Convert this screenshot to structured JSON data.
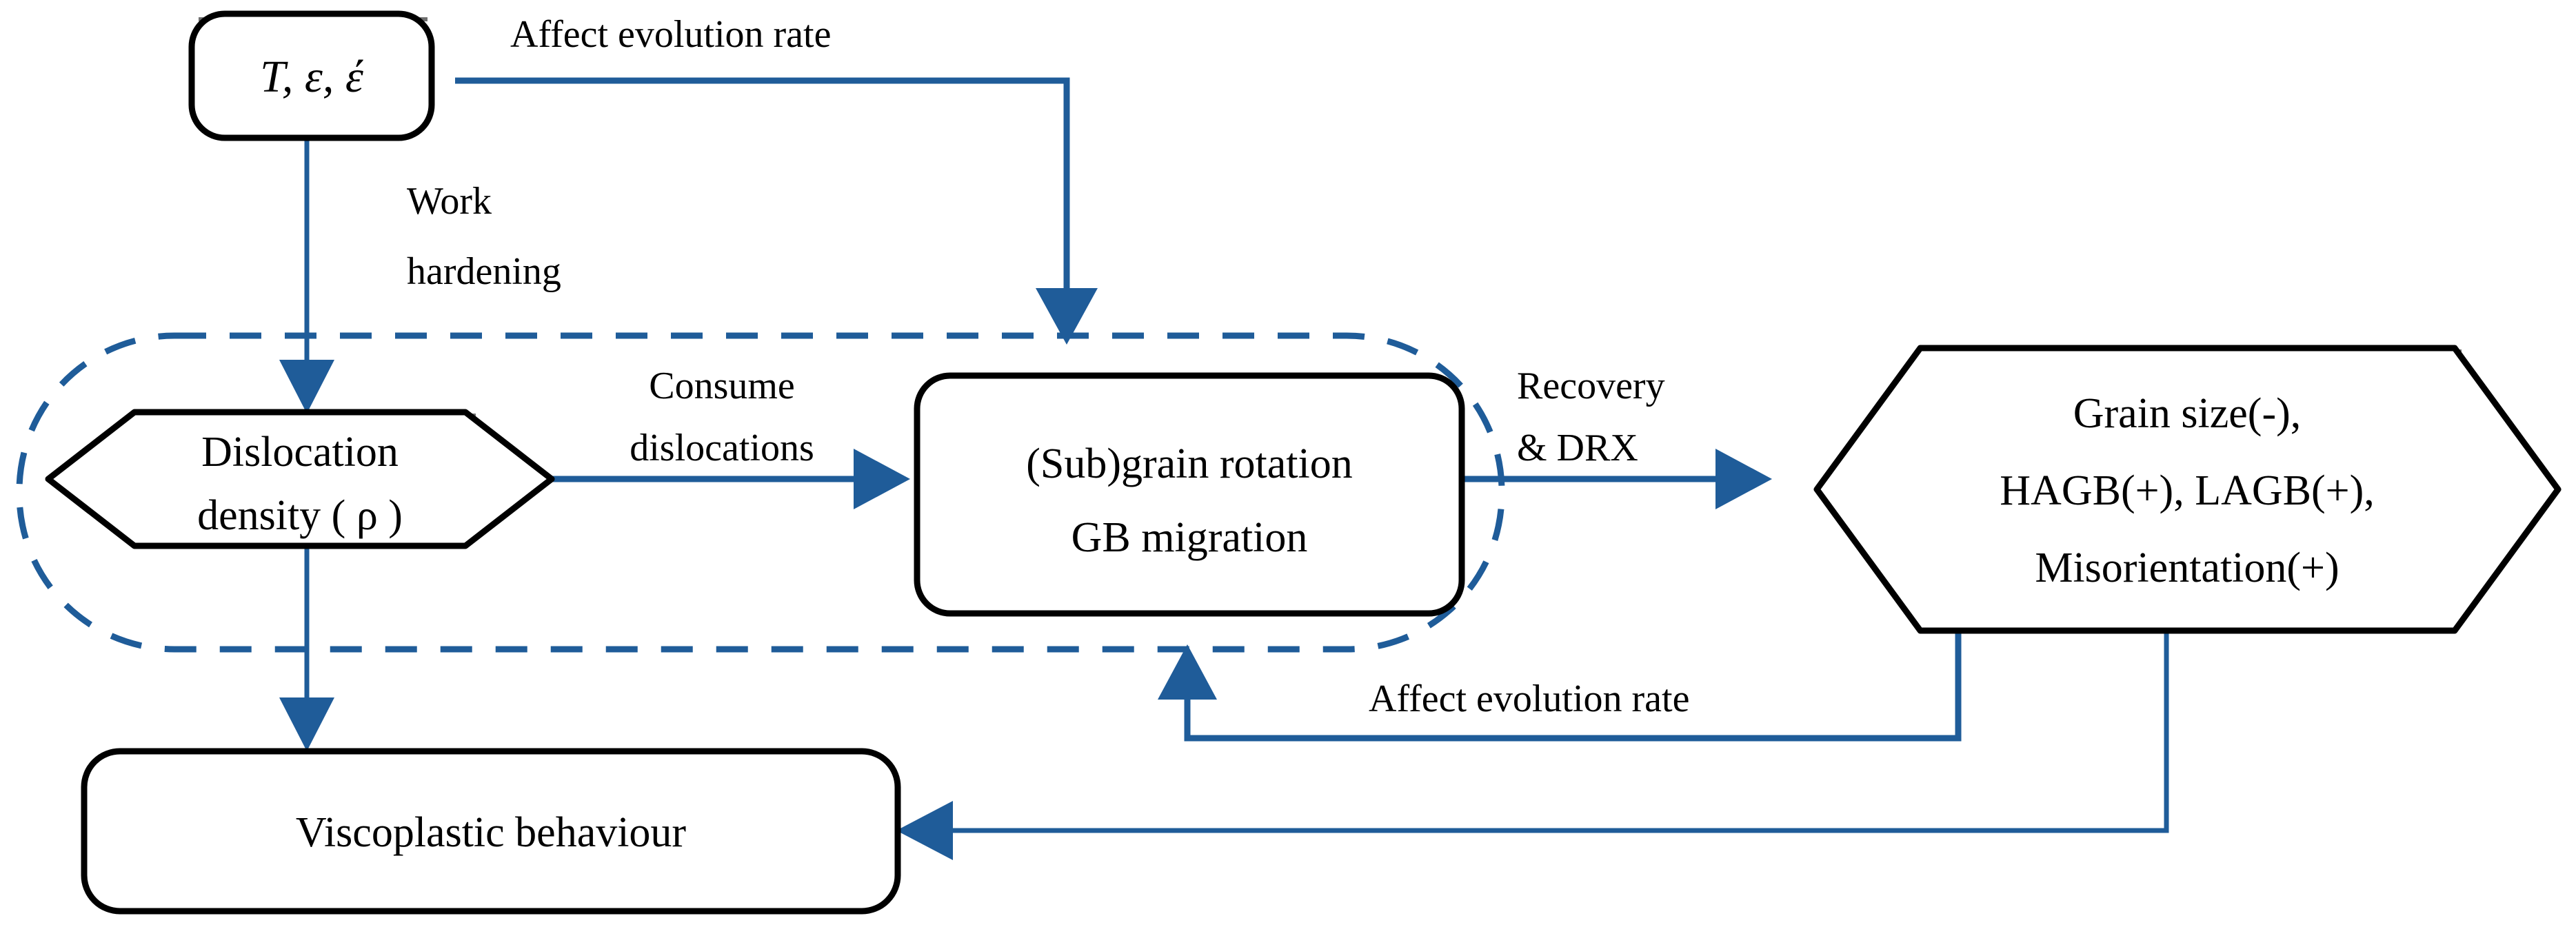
{
  "diagram": {
    "title": "Microstructure evolution and viscoplastic behaviour flow chart",
    "accent_color": "#1F5C99",
    "node_stroke_color": "#000000",
    "background_color": "#ffffff",
    "nodes": {
      "inputs": {
        "id": "inputs",
        "shape": "rounded-rectangle",
        "text": "T, ε, ἔ",
        "line1": "T, ε, έ"
      },
      "dislocation_density": {
        "id": "dislocation-density",
        "shape": "hexagon",
        "line1": "Dislocation",
        "line2": "density ( ρ )"
      },
      "subgrain": {
        "id": "subgrain-rotation-gb-migration",
        "shape": "rounded-rectangle",
        "line1": "(Sub)grain rotation",
        "line2": "GB migration"
      },
      "microstructure": {
        "id": "microstructure-descriptors",
        "shape": "hexagon",
        "line1": "Grain size(-),",
        "line2": "HAGB(+), LAGB(+),",
        "line3": "Misorientation(+)"
      },
      "viscoplastic": {
        "id": "viscoplastic-behaviour",
        "shape": "rounded-rectangle",
        "line1": "Viscoplastic behaviour"
      }
    },
    "group": {
      "id": "drx-group",
      "style": "dashed rounded rectangle"
    },
    "edges": {
      "affect_top": {
        "label": "Affect evolution rate",
        "from": "inputs",
        "to": "subgrain"
      },
      "work_hardening": {
        "label_line1": "Work",
        "label_line2": "hardening",
        "from": "inputs",
        "to": "dislocation-density"
      },
      "consume": {
        "label_line1": "Consume",
        "label_line2": "dislocations",
        "from": "dislocation-density",
        "to": "subgrain"
      },
      "recovery": {
        "label_line1": "Recovery",
        "label_line2": "& DRX",
        "from": "subgrain",
        "to": "microstructure"
      },
      "affect_bottom": {
        "label": "Affect evolution rate",
        "from": "microstructure",
        "to": "subgrain"
      },
      "to_viscoplastic_from_rho": {
        "label": "",
        "from": "dislocation-density",
        "to": "viscoplastic-behaviour"
      },
      "to_viscoplastic_from_micro": {
        "label": "",
        "from": "microstructure",
        "to": "viscoplastic-behaviour"
      }
    }
  }
}
